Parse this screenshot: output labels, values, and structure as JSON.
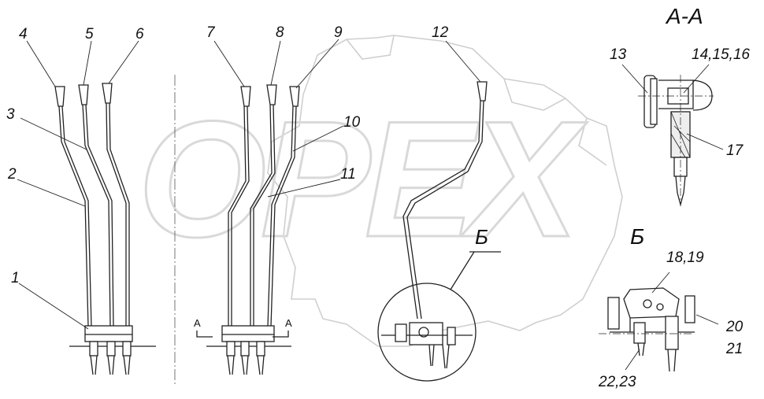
{
  "view_aa_title": "А-А",
  "view_b_title": "Б",
  "callout_b": "Б",
  "section_mark_left": "А",
  "section_mark_right": "А",
  "watermark": "OPEX",
  "labels": {
    "l1": "1",
    "l2": "2",
    "l3": "3",
    "l4": "4",
    "l5": "5",
    "l6": "6",
    "l7": "7",
    "l8": "8",
    "l9": "9",
    "l10": "10",
    "l11": "11",
    "l12": "12",
    "l13": "13",
    "l14_16": "14,15,16",
    "l17": "17",
    "l18_19": "18,19",
    "l20": "20",
    "l21": "21",
    "l22_23": "22,23"
  }
}
